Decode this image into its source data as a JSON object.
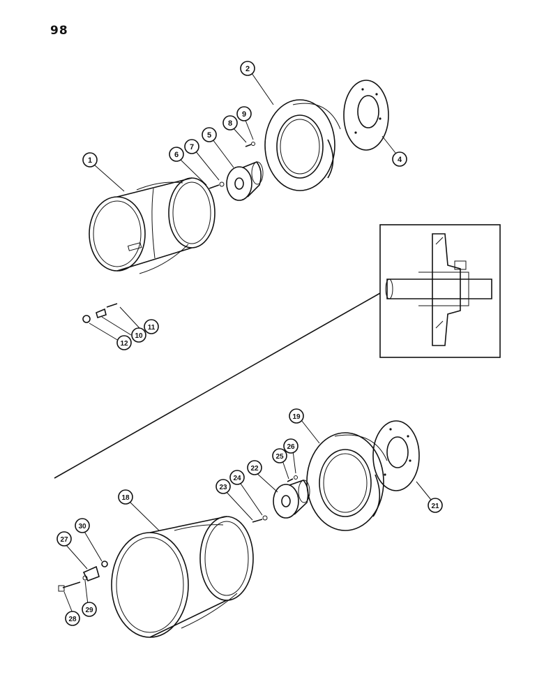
{
  "page_number": "98",
  "callouts": [
    "1",
    "2",
    "4",
    "5",
    "6",
    "7",
    "8",
    "9",
    "10",
    "11",
    "12",
    "18",
    "19",
    "21",
    "22",
    "23",
    "24",
    "25",
    "26",
    "27",
    "28",
    "29",
    "30"
  ],
  "upper_assembly": {
    "part_numbers": [
      "1",
      "2",
      "4",
      "5",
      "6",
      "7",
      "8",
      "9",
      "10",
      "11",
      "12"
    ]
  },
  "lower_assembly": {
    "part_numbers": [
      "18",
      "19",
      "21",
      "22",
      "23",
      "24",
      "25",
      "26",
      "27",
      "28",
      "29",
      "30"
    ]
  },
  "inset": {
    "visible": true
  }
}
